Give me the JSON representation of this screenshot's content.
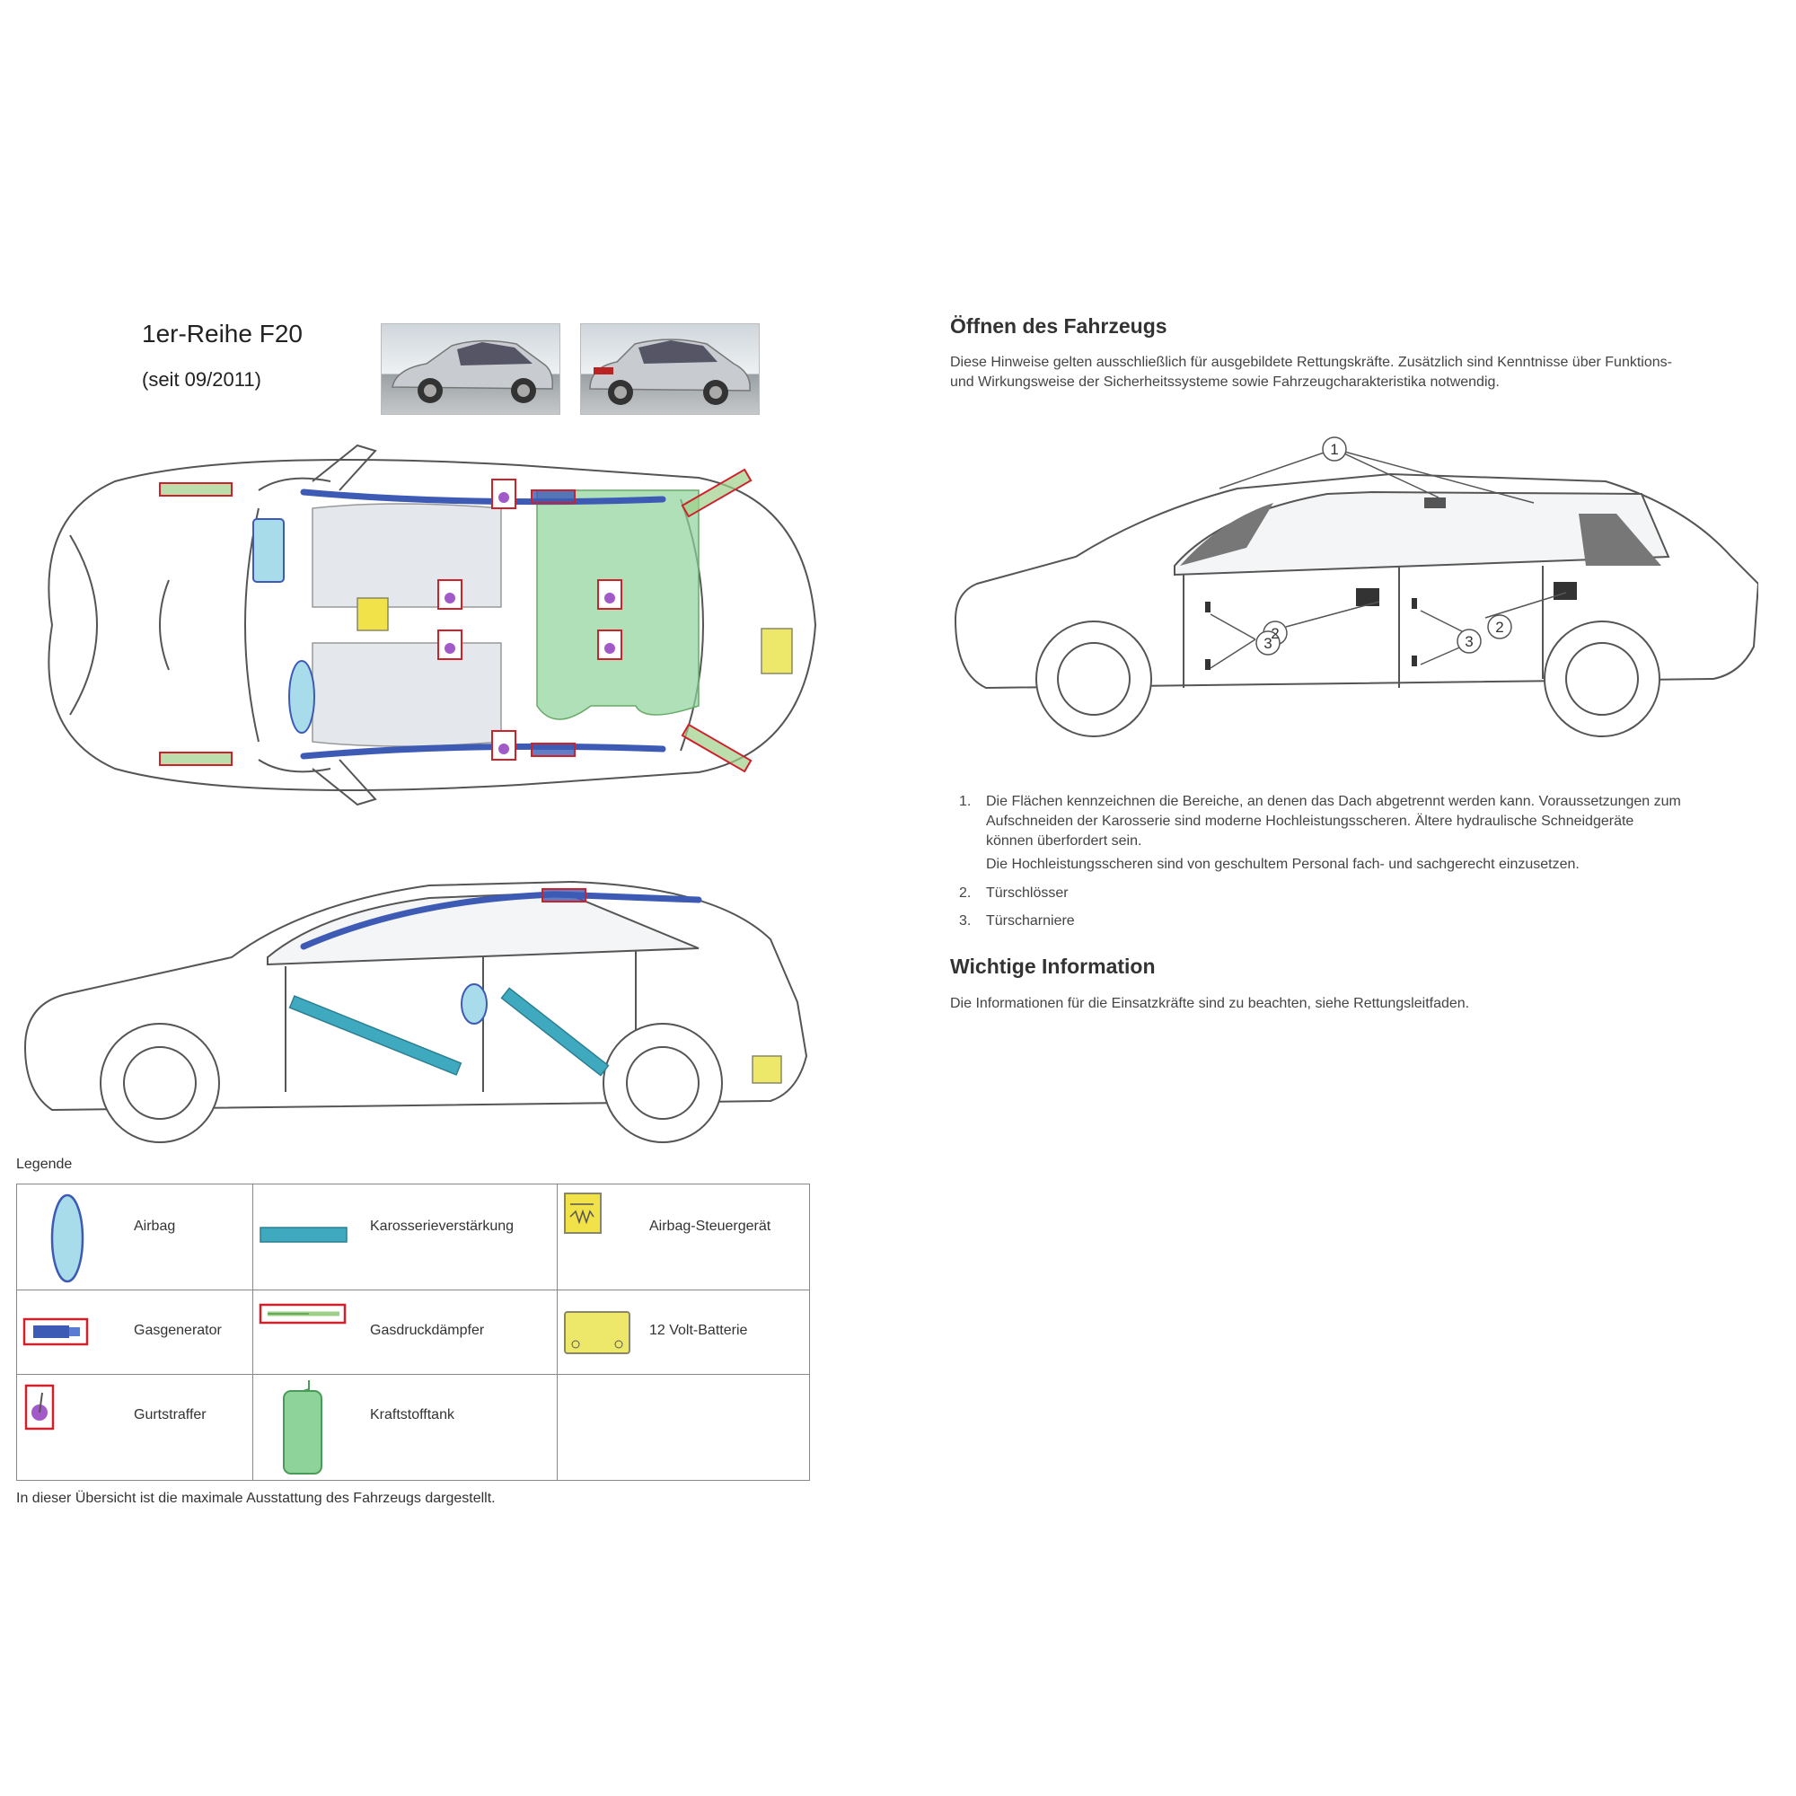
{
  "header": {
    "title": "1er-Reihe F20",
    "subtitle": "(seit 09/2011)"
  },
  "photos": [
    {
      "icon": "car-front-photo"
    },
    {
      "icon": "car-rear-photo"
    }
  ],
  "opening": {
    "heading": "Öffnen des Fahrzeugs",
    "intro_line1": "Diese Hinweise gelten ausschließlich für ausgebildete Rettungskräfte. Zusätzlich sind Kenntnisse über Funktions-",
    "intro_line2": "und Wirkungsweise der Sicherheitssysteme sowie Fahrzeugcharakteristika notwendig.",
    "callouts": [
      "1",
      "2",
      "2",
      "3",
      "3"
    ],
    "items": [
      {
        "num": "1.",
        "lines": [
          "Die Flächen kennzeichnen die Bereiche, an denen das Dach abgetrennt werden kann. Voraussetzungen zum",
          "Aufschneiden der Karosserie sind moderne Hochleistungsscheren. Ältere hydraulische Schneidgeräte",
          "können überfordert sein."
        ],
        "extra": "Die Hochleistungsscheren sind von geschultem Personal fach- und sachgerecht einzusetzen."
      },
      {
        "num": "2.",
        "lines": [
          "Türschlösser"
        ]
      },
      {
        "num": "3.",
        "lines": [
          "Türscharniere"
        ]
      }
    ]
  },
  "info": {
    "heading": "Wichtige Information",
    "text": "Die Informationen für die Einsatzkräfte sind zu beachten, siehe Rettungsleitfaden."
  },
  "legend": {
    "title": "Legende",
    "items": [
      {
        "label": "Airbag",
        "icon": "airbag-icon",
        "color": "#a8dcea"
      },
      {
        "label": "Karosserieverstärkung",
        "icon": "reinforcement-icon",
        "color": "#3fa9c0"
      },
      {
        "label": "Airbag-Steuergerät",
        "icon": "airbag-control-unit-icon",
        "color": "#f2e24a"
      },
      {
        "label": "Gasgenerator",
        "icon": "gas-generator-icon",
        "color": "#3d5bb5"
      },
      {
        "label": "Gasdruckdämpfer",
        "icon": "gas-strut-icon",
        "color": "#9fd08a"
      },
      {
        "label": "12 Volt-Batterie",
        "icon": "battery-icon",
        "color": "#eee86a"
      },
      {
        "label": "Gurtstraffer",
        "icon": "belt-tensioner-icon",
        "color": "#a25ac8"
      },
      {
        "label": "Kraftstofftank",
        "icon": "fuel-tank-icon",
        "color": "#8ed39a"
      }
    ],
    "footnote": "In dieser Übersicht ist die maximale Ausstattung des Fahrzeugs dargestellt."
  },
  "colors": {
    "marker_red": "#d0202a",
    "reinforcement": "#3fa9c0",
    "airbag": "#a8dcea",
    "gasgen": "#3d5bb5",
    "fuel": "#8ed39a",
    "battery": "#eee86a",
    "line": "#555555"
  }
}
